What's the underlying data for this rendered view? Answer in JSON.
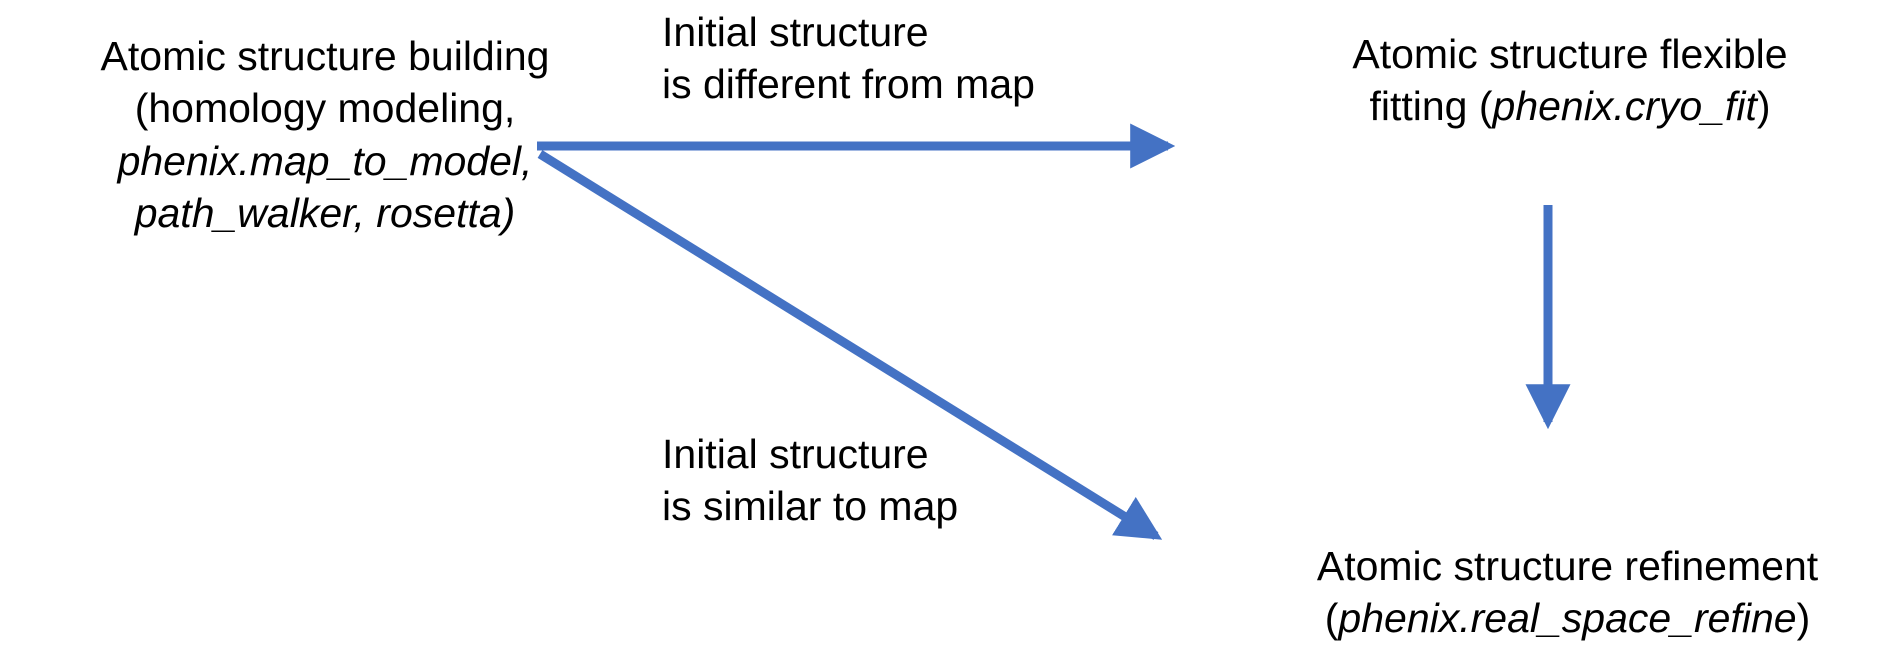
{
  "nodes": {
    "building": {
      "line1": "Atomic structure building",
      "line2": "(homology modeling,",
      "line3": "phenix.map_to_model,",
      "line4": "path_walker, rosetta)"
    },
    "fitting": {
      "line1": "Atomic structure flexible",
      "line2_prefix": "fitting (",
      "line2_italic": "phenix.cryo_fit",
      "line2_suffix": ")"
    },
    "refinement": {
      "line1": "Atomic structure refinement",
      "line2_prefix": "(",
      "line2_italic": "phenix.real_space_refine",
      "line2_suffix": ")"
    }
  },
  "labels": {
    "different": {
      "line1": "Initial structure",
      "line2": "is different from map"
    },
    "similar": {
      "line1": "Initial structure",
      "line2": "is similar to map"
    }
  },
  "colors": {
    "arrow": "#4472C4",
    "text": "#000000",
    "background": "#ffffff"
  }
}
